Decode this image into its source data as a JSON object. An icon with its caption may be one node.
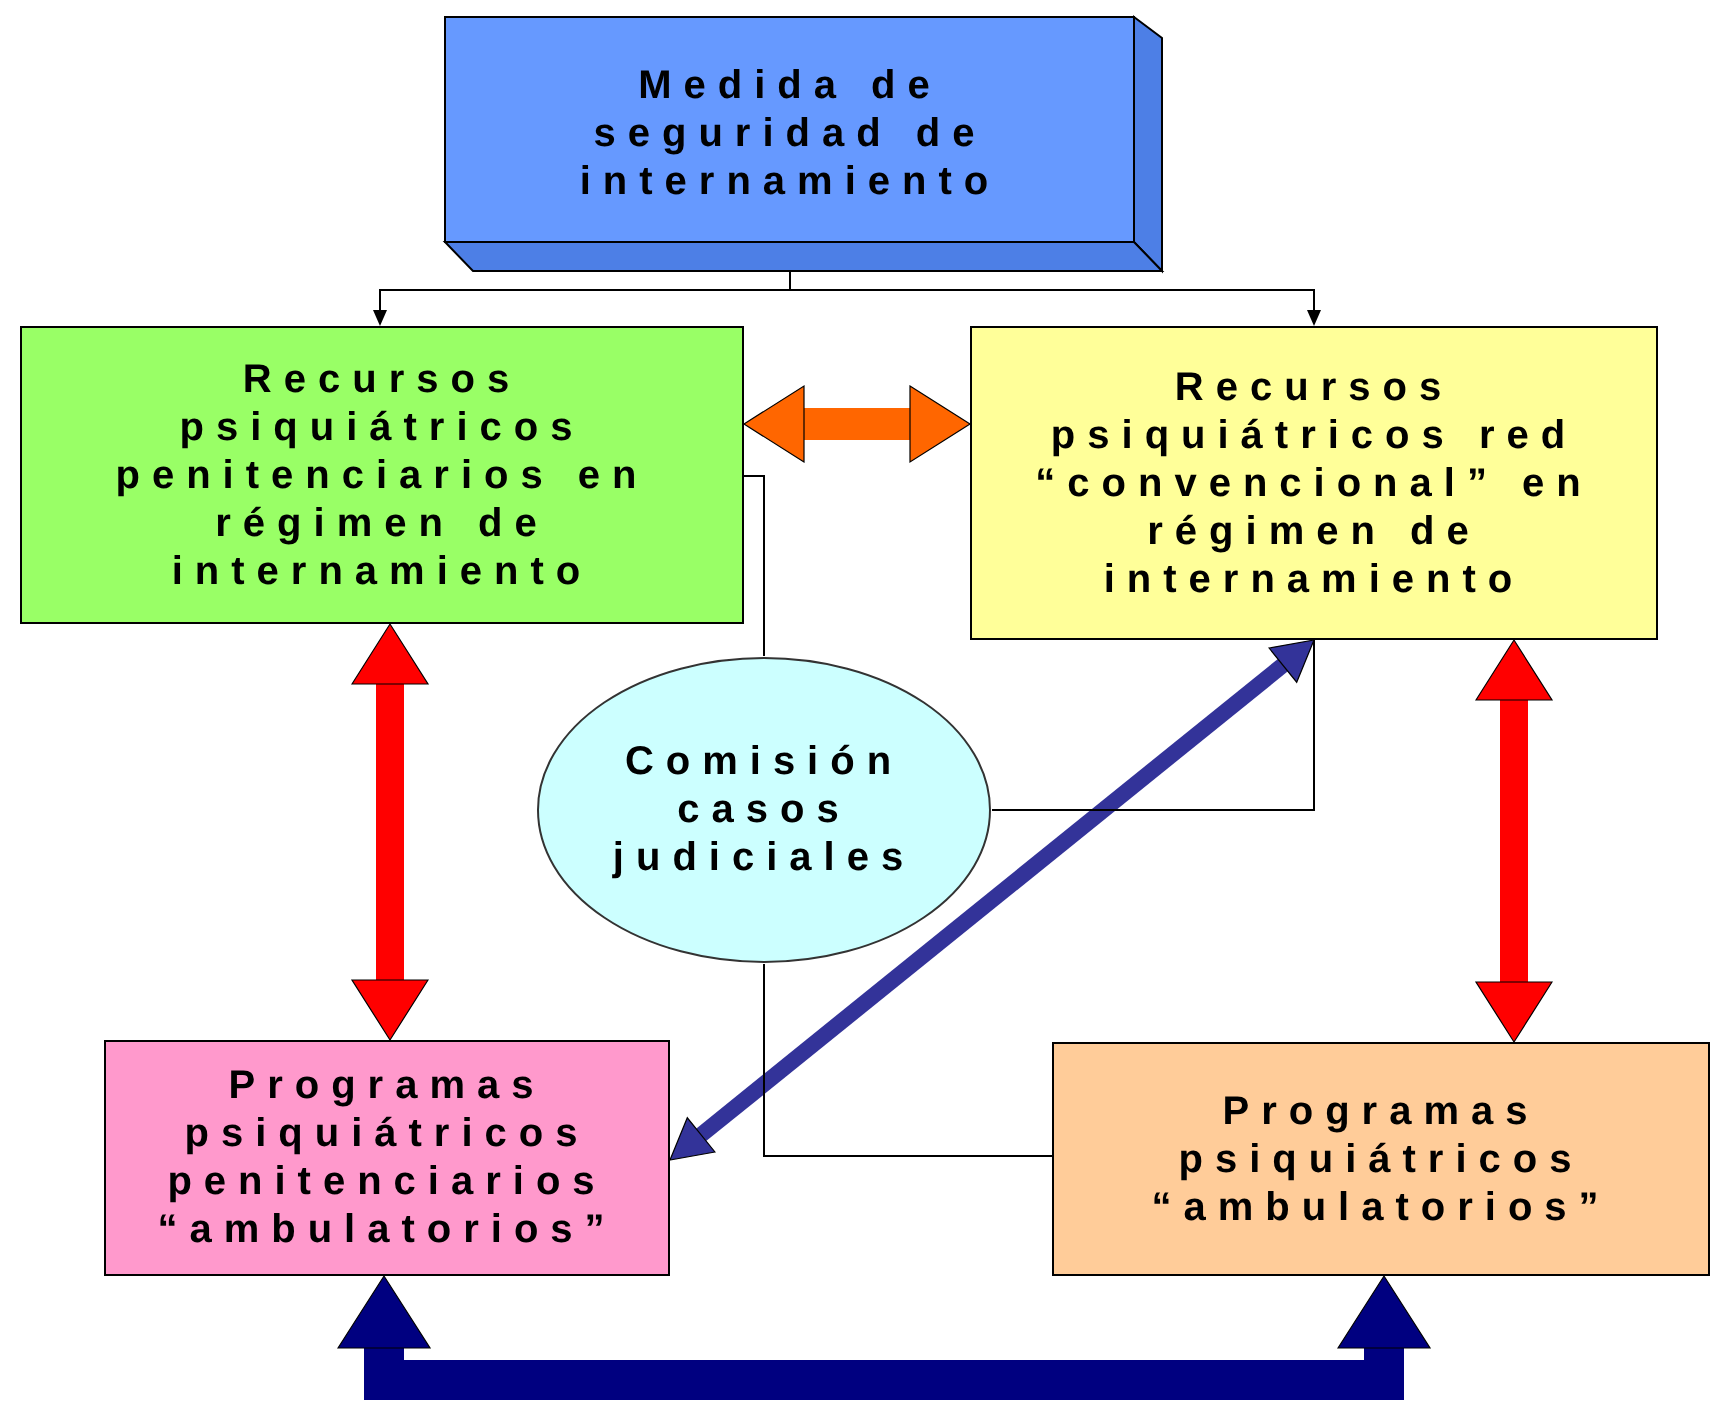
{
  "diagram": {
    "nodes": [
      {
        "text": [
          "Medida de seguridad de internamiento"
        ]
      },
      {
        "text": [
          "Recursos psiquiátricos penitenciarios en régimen de internamiento"
        ]
      },
      {
        "text": [
          "Recursos psiquiátricos red “convencional” en régimen de internamiento"
        ]
      },
      {
        "text": [
          "Comisión casos judiciales"
        ]
      },
      {
        "text": [
          "Programas psiquiátricos penitenciarios “ambulatorios”"
        ]
      },
      {
        "text": [
          "Programas psiquiátricos “ambulatorios”"
        ]
      }
    ],
    "edges": [
      {
        "from": 0,
        "to": 1,
        "arrow": "to"
      },
      {
        "from": 0,
        "to": 2,
        "arrow": "to"
      },
      {
        "from": 1,
        "to": 2,
        "arrow": "both",
        "style": "thick",
        "color": "#ff6600"
      },
      {
        "from": 1,
        "to": 4,
        "arrow": "both",
        "style": "thick",
        "color": "#ff0000"
      },
      {
        "from": 2,
        "to": 5,
        "arrow": "both",
        "style": "thick",
        "color": "#ff0000"
      },
      {
        "from": 4,
        "to": 2,
        "arrow": "both",
        "style": "thick",
        "color": "#333399"
      },
      {
        "from": 4,
        "to": 5,
        "arrow": "both",
        "style": "thick",
        "color": "#000080"
      },
      {
        "from": 1,
        "to": 3,
        "arrow": "none"
      },
      {
        "from": 3,
        "to": 2,
        "arrow": "none"
      },
      {
        "from": 3,
        "to": 5,
        "arrow": "none"
      }
    ]
  }
}
